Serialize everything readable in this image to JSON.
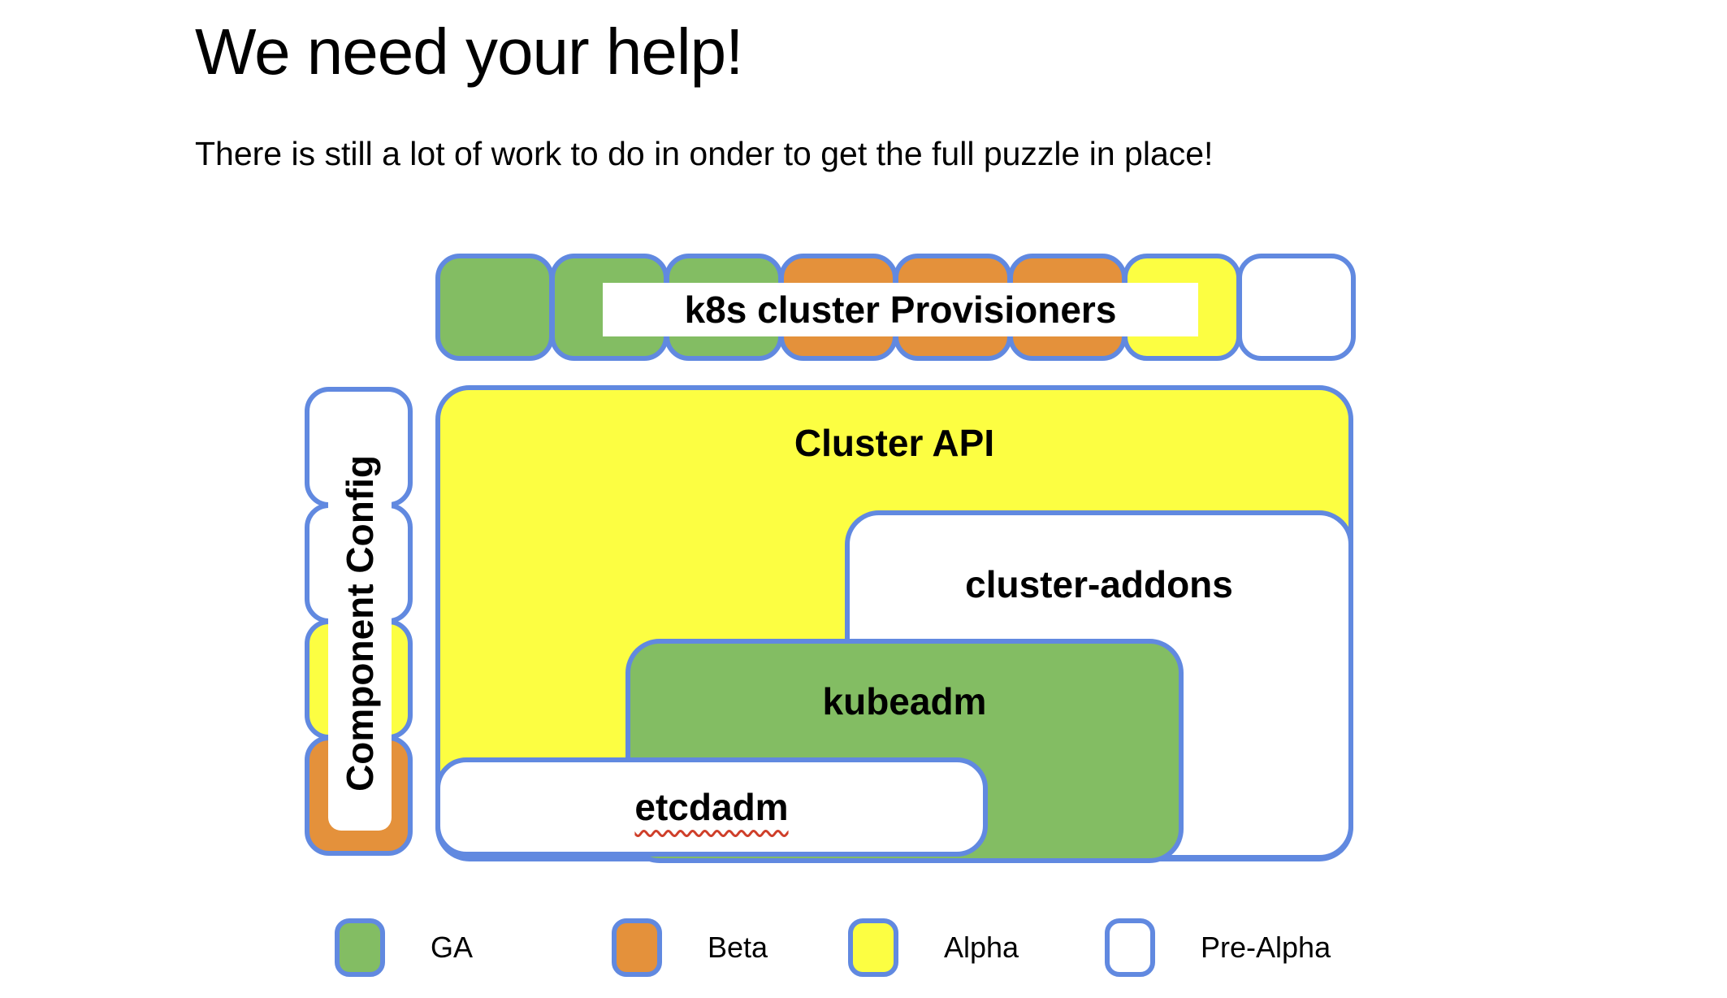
{
  "slide": {
    "title": "We need your help!",
    "subtitle": "There is still a lot of work to do in onder to get the full puzzle in place!"
  },
  "colors": {
    "ga": "#83bd63",
    "beta": "#e4913b",
    "alpha": "#fcfe42",
    "prealpha": "#ffffff",
    "border": "#6189e0",
    "text": "#000000",
    "squiggle": "#cf3f2a"
  },
  "diagram": {
    "provisioners": {
      "label": "k8s cluster Provisioners",
      "pieces": [
        "ga",
        "ga",
        "ga",
        "beta",
        "beta",
        "beta",
        "alpha",
        "prealpha"
      ]
    },
    "component_config": {
      "label": "Component Config",
      "pieces": [
        "prealpha",
        "prealpha",
        "alpha",
        "beta"
      ]
    },
    "cluster_api": {
      "label": "Cluster API",
      "status": "alpha"
    },
    "cluster_addons": {
      "label": "cluster-addons",
      "status": "prealpha"
    },
    "kubeadm": {
      "label": "kubeadm",
      "status": "ga"
    },
    "etcdadm": {
      "label": "etcdadm",
      "status": "prealpha"
    }
  },
  "legend": {
    "items": [
      {
        "label": "GA",
        "status": "ga"
      },
      {
        "label": "Beta",
        "status": "beta"
      },
      {
        "label": "Alpha",
        "status": "alpha"
      },
      {
        "label": "Pre-Alpha",
        "status": "prealpha"
      }
    ]
  }
}
